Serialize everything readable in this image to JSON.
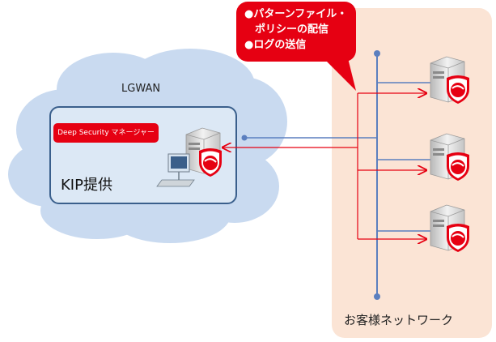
{
  "network": {
    "lgwan_label": "LGWAN",
    "kip_label": "KIP提供",
    "customer_label": "お客様ネットワーク"
  },
  "manager": {
    "label": "Deep Security マネージャー"
  },
  "callout": {
    "lines": [
      "●パターンファイル・",
      "ポリシーの配信",
      "●ログの送信"
    ]
  },
  "colors": {
    "accent_red": "#e60012",
    "cloud": "#c9daf0",
    "customer_zone": "#fbe4d5",
    "line_blue": "#5b7fbf",
    "arrow_red": "#e60012"
  },
  "icons": {
    "server": "server-icon",
    "shield": "trendmicro-shield-icon",
    "pc": "desktop-computer-icon"
  },
  "client_server_count": 3
}
